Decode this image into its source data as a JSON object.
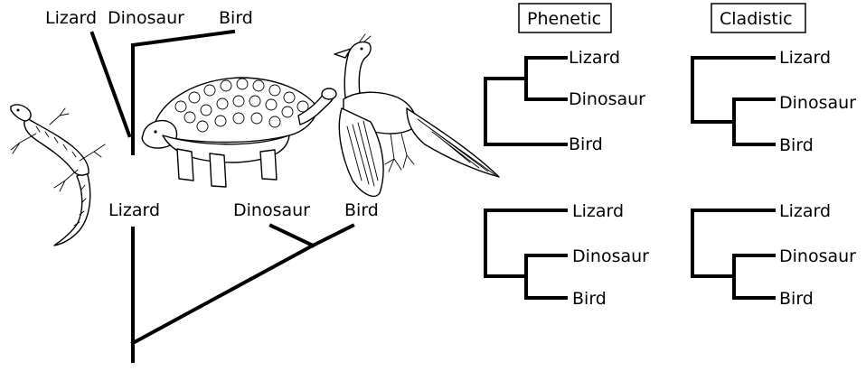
{
  "left_top_tree": {
    "labels": {
      "lizard": "Lizard",
      "dinosaur": "Dinosaur",
      "bird": "Bird"
    }
  },
  "left_bottom_tree": {
    "labels": {
      "lizard": "Lizard",
      "dinosaur": "Dinosaur",
      "bird": "Bird"
    }
  },
  "headers": {
    "phenetic": "Phenetic",
    "cladistic": "Cladistic"
  },
  "trees": {
    "phenetic_top": {
      "lizard": "Lizard",
      "dinosaur": "Dinosaur",
      "bird": "Bird"
    },
    "cladistic_top": {
      "lizard": "Lizard",
      "dinosaur": "Dinosaur",
      "bird": "Bird"
    },
    "phenetic_bottom": {
      "lizard": "Lizard",
      "dinosaur": "Dinosaur",
      "bird": "Bird"
    },
    "cladistic_bottom": {
      "lizard": "Lizard",
      "dinosaur": "Dinosaur",
      "bird": "Bird"
    }
  },
  "illustrations": [
    "lizard-illustration",
    "ankylosaur-illustration",
    "bird-illustration"
  ]
}
